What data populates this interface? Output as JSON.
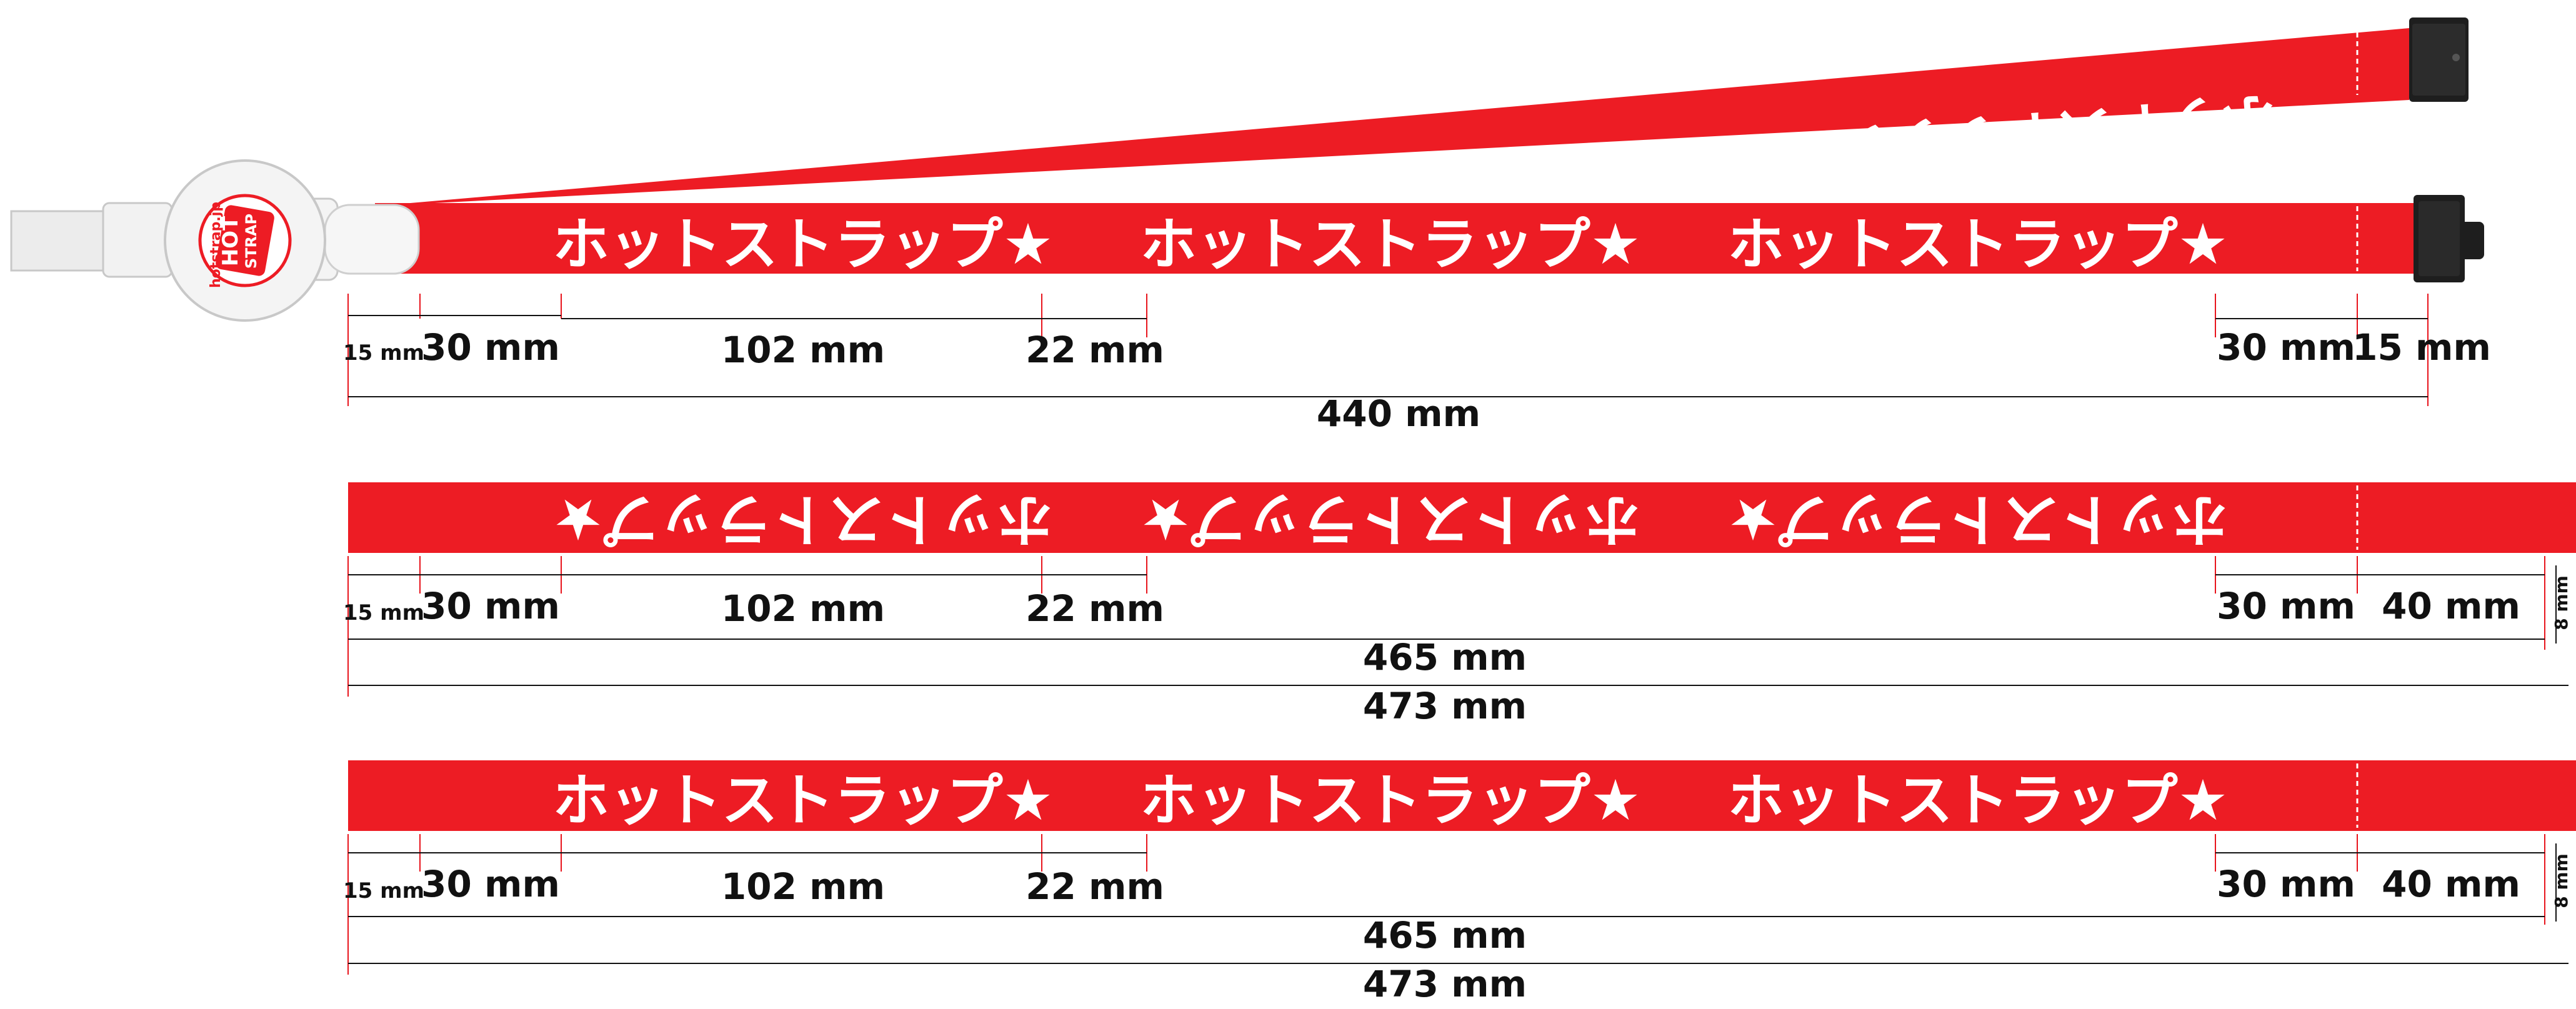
{
  "colors": {
    "strap": "#ed1c24",
    "print": "#ffffff",
    "dimension_line": "#111111",
    "extension_line": "#e8141c",
    "buckle": "#1e1e1e",
    "clip": "#ececec"
  },
  "strap_text": "ホットストラップ★",
  "clip": {
    "badge_top": "HOT",
    "badge_bottom": "STRAP",
    "url": "hotstrap.jp"
  },
  "top_view": {
    "dims": [
      "15 mm",
      "30 mm",
      "102 mm",
      "22 mm",
      "30 mm",
      "15 mm"
    ],
    "total": "440 mm"
  },
  "middle_view": {
    "dims": [
      "15 mm",
      "30 mm",
      "102 mm",
      "22 mm",
      "30 mm",
      "40 mm"
    ],
    "height": "8 mm",
    "total_inner": "465 mm",
    "total_outer": "473 mm"
  },
  "bottom_view": {
    "dims": [
      "15 mm",
      "30 mm",
      "102 mm",
      "22 mm",
      "30 mm",
      "40 mm"
    ],
    "height": "8 mm",
    "total_inner": "465 mm",
    "total_outer": "473 mm"
  }
}
